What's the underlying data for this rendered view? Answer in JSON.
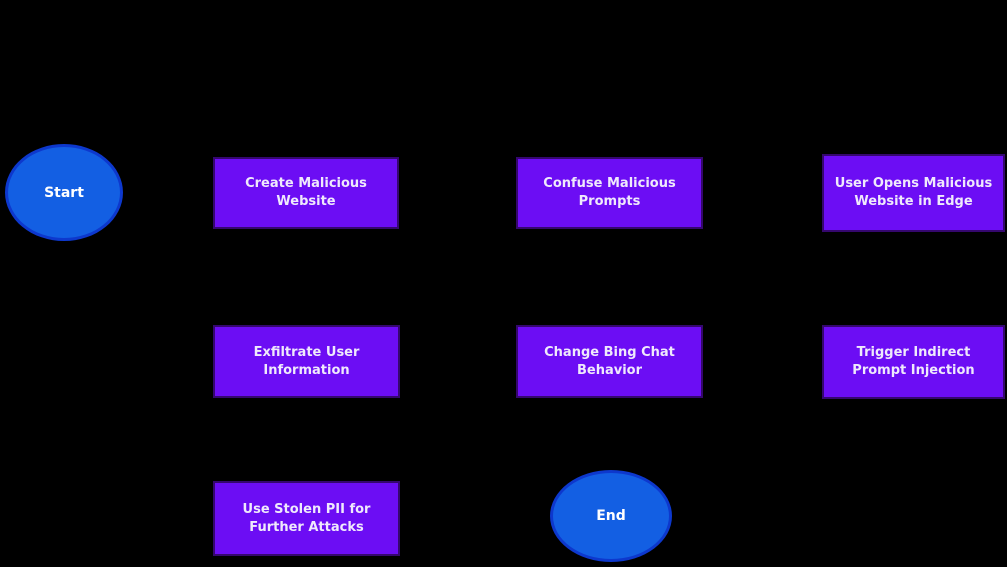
{
  "diagram": {
    "type": "flowchart",
    "background_color": "#000000",
    "process_fill_color": "#6C0DF4",
    "process_border_color": "#35076E",
    "terminal_fill_color": "#135FE3",
    "terminal_border_color": "#0D38CD",
    "text_color": "#FFFFFF",
    "edge_color": "#000000",
    "nodes": [
      {
        "id": "start",
        "type": "terminal",
        "label": "Start"
      },
      {
        "id": "create-malicious-website",
        "type": "process",
        "label": "Create Malicious Website"
      },
      {
        "id": "confuse-malicious-prompts",
        "type": "process",
        "label": "Confuse Malicious Prompts"
      },
      {
        "id": "user-opens-malicious-website-in-edge",
        "type": "process",
        "label": "User Opens Malicious Website in Edge"
      },
      {
        "id": "exfiltrate-user-information",
        "type": "process",
        "label": "Exfiltrate User Information"
      },
      {
        "id": "change-bing-chat-behavior",
        "type": "process",
        "label": "Change Bing Chat Behavior"
      },
      {
        "id": "trigger-indirect-prompt-injection",
        "type": "process",
        "label": "Trigger Indirect Prompt Injection"
      },
      {
        "id": "use-stolen-pii-for-further-attacks",
        "type": "process",
        "label": "Use Stolen PII for Further Attacks"
      },
      {
        "id": "end",
        "type": "terminal",
        "label": "End"
      }
    ],
    "edges": [
      {
        "from": "start",
        "to": "create-malicious-website"
      },
      {
        "from": "create-malicious-website",
        "to": "confuse-malicious-prompts"
      },
      {
        "from": "confuse-malicious-prompts",
        "to": "user-opens-malicious-website-in-edge"
      },
      {
        "from": "user-opens-malicious-website-in-edge",
        "to": "trigger-indirect-prompt-injection"
      },
      {
        "from": "trigger-indirect-prompt-injection",
        "to": "change-bing-chat-behavior"
      },
      {
        "from": "change-bing-chat-behavior",
        "to": "exfiltrate-user-information"
      },
      {
        "from": "exfiltrate-user-information",
        "to": "use-stolen-pii-for-further-attacks"
      },
      {
        "from": "use-stolen-pii-for-further-attacks",
        "to": "end"
      }
    ]
  }
}
